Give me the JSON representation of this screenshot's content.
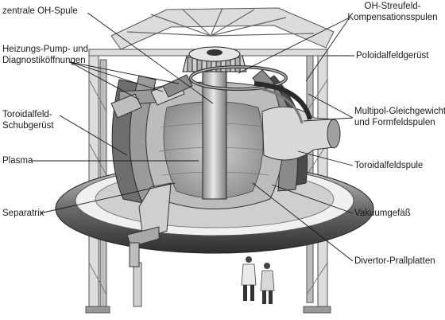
{
  "labels": {
    "oh_coil": "zentrale OH-Spule",
    "heating_line1": "Heizungs-Pump- und",
    "heating_line2": "Diagnostiköffnungen",
    "tf_frame_line1": "Toroidalfeld-",
    "tf_frame_line2": "Schubgerüst",
    "plasma": "Plasma",
    "separatrix": "Separatrix",
    "oh_stray_line1": "OH-Streufeld-",
    "oh_stray_line2": "Kompensationsspulen",
    "poloidal_frame": "Poloidalfeldgerüst",
    "multipole_line1": "Multipol-Gleichgewichts-",
    "multipole_line2": "und Formfeldspulen",
    "tf_coil": "Toroidalfeldspule",
    "vessel": "Vakuumgefäß",
    "divertor": "Divertor-Prallplatten"
  },
  "colors": {
    "line": "#1a1a1a",
    "metal_light": "#e6e6e6",
    "metal_mid": "#b8b8b8",
    "metal_dark": "#6a6a6a",
    "shadow": "#3a3a3a"
  }
}
